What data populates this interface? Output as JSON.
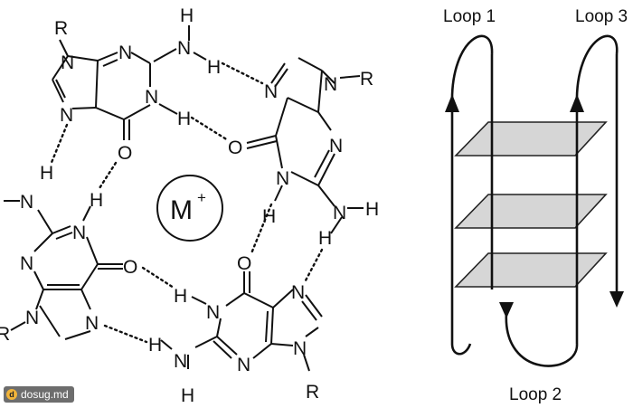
{
  "labels": {
    "metal": "M",
    "metal_charge": "+",
    "loop1": "Loop 1",
    "loop2": "Loop 2",
    "loop3": "Loop 3",
    "nitrogen": "N",
    "hydrogen": "H",
    "oxygen": "O",
    "r_group": "R"
  },
  "watermark": {
    "text": "dosug.md",
    "icon": "d"
  },
  "colors": {
    "ink": "#111111",
    "plate_fill": "#d6d6d6"
  },
  "icons": [
    "arrow-up-icon",
    "arrow-down-icon"
  ]
}
